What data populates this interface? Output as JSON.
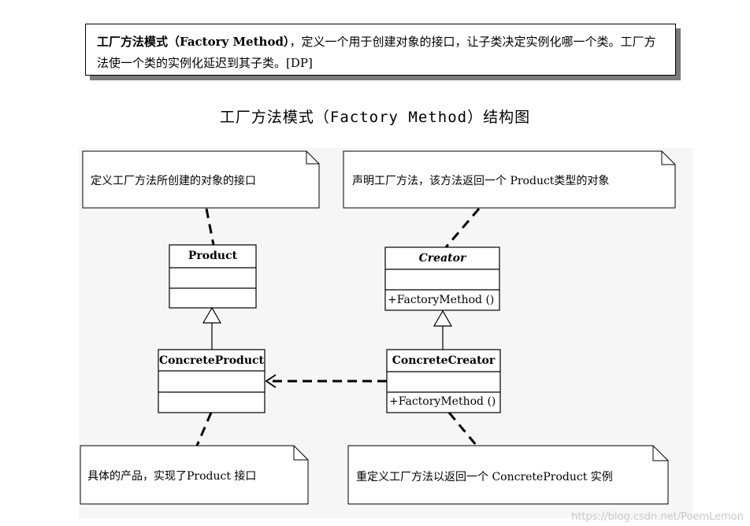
{
  "definition": {
    "term": "工厂方法模式（Factory Method）",
    "rest": "，定义一个用于创建对象的接口，让子类决定实例化哪一个类。工厂方法使一个类的实例化延迟到其子类。[DP]"
  },
  "title": "工厂方法模式（Factory Method）结构图",
  "notes": {
    "product_note": "定义工厂方法所创建的对象的接口",
    "creator_note": "声明工厂方法，该方法返回一个 Product类型的对象",
    "concrete_product_note": "具体的产品，实现了Product 接口",
    "concrete_creator_note": "重定义工厂方法以返回一个 ConcreteProduct 实例"
  },
  "classes": {
    "product": {
      "name": "Product",
      "method": ""
    },
    "concrete_product": {
      "name": "ConcreteProduct",
      "method": ""
    },
    "creator": {
      "name": "Creator",
      "method": "+FactoryMethod ()"
    },
    "concrete_creator": {
      "name": "ConcreteCreator",
      "method": "+FactoryMethod ()"
    }
  },
  "watermark": "https://blog.csdn.net/PoemLemon"
}
